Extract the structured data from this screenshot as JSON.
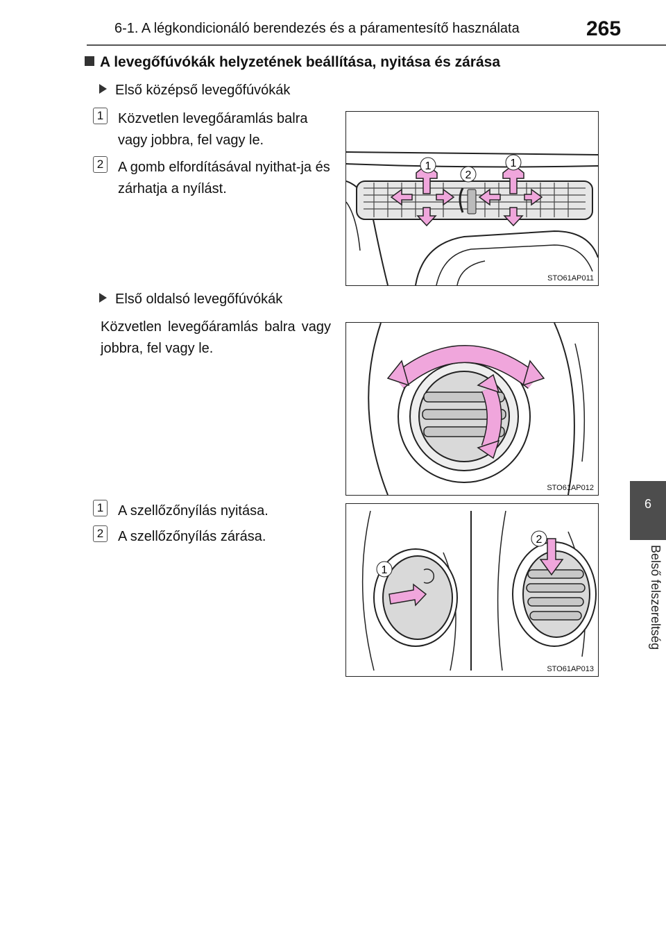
{
  "header": {
    "title": "6-1. A légkondicionáló berendezés és a páramentesítő használata",
    "page": "265"
  },
  "side_tab": {
    "number": "6",
    "label": "Belső felszereltség"
  },
  "section": {
    "heading": "A levegőfúvókák helyzetének beállítása, nyitása és zárása"
  },
  "front_center": {
    "subheading": "Első középső levegőfúvókák",
    "items": [
      {
        "marker": "1",
        "text": "Közvetlen levegőáramlás balra vagy jobbra, fel vagy le."
      },
      {
        "marker": "2",
        "text": "A gomb elfordításával nyithat-ja és zárhatja a nyílást."
      }
    ],
    "figure": {
      "id": "STO61AP011",
      "callouts": [
        "1",
        "2",
        "1"
      ]
    }
  },
  "front_side": {
    "subheading": "Első oldalsó levegőfúvókák",
    "text": "Közvetlen levegőáramlás balra vagy jobbra, fel vagy le.",
    "figure": {
      "id": "STO61AP012"
    }
  },
  "vent_open_close": {
    "items": [
      {
        "marker": "1",
        "text": "A szellőzőnyílás nyitása."
      },
      {
        "marker": "2",
        "text": "A szellőzőnyílás zárása."
      }
    ],
    "figure": {
      "id": "STO61AP013",
      "callouts": [
        "1",
        "2"
      ]
    }
  },
  "colors": {
    "arrow_fill": "#f0a6dc",
    "vent_gray": "#d9d9d9",
    "tab_gray": "#4d4d4d"
  }
}
